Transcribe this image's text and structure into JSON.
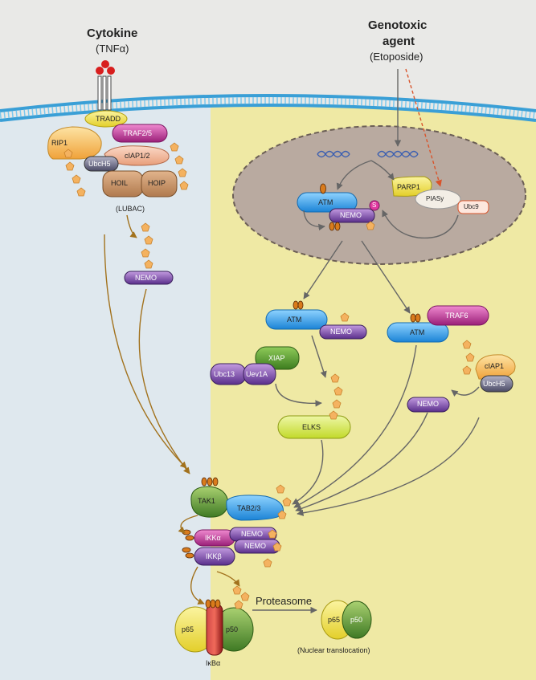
{
  "stimuli": {
    "cytokine": {
      "title": "Cytokine",
      "subtitle": "(TNFα)"
    },
    "genotoxic": {
      "title_line1": "Genotoxic",
      "title_line2": "agent",
      "subtitle": "(Etoposide)"
    }
  },
  "membrane_complex": {
    "tradd": "TRADD",
    "rip1": "RIP1",
    "traf25": "TRAF2/5",
    "ciap12": "cIAP1/2",
    "ubch5": "UbcH5",
    "hoil": "HOIL",
    "hoip": "HOIP",
    "lubac": "(LUBAC)",
    "nemo": "NEMO"
  },
  "nucleus": {
    "parp1": "PARP1",
    "piasy": "PIASy",
    "ubc9": "Ubc9",
    "atm": "ATM",
    "nemo": "NEMO",
    "sumo": "S"
  },
  "cytoplasm": {
    "atm_left": "ATM",
    "nemo_left": "NEMO",
    "atm_right": "ATM",
    "traf6": "TRAF6",
    "xiap": "XIAP",
    "ubc13": "Ubc13",
    "uev1a": "Uev1A",
    "elks": "ELKS",
    "ciap1": "cIAP1",
    "ubch5": "UbcH5",
    "nemo_right": "NEMO"
  },
  "ikk_complex": {
    "tak1": "TAK1",
    "tab23": "TAB2/3",
    "ikka": "IKKα",
    "ikkb": "IKKβ",
    "nemo1": "NEMO",
    "nemo2": "NEMO",
    "p65": "p65",
    "p50": "p50",
    "ikba": "IκBα",
    "proteasome": "Proteasome",
    "p65_free": "p65",
    "p50_free": "p50",
    "translocation": "(Nuclear translocation)"
  },
  "colors": {
    "cytoplasm_left": "#dfe8ee",
    "cytoplasm_right": "#efe9a4",
    "membrane": "#3a9fd6",
    "nucleus": "#b9aaa0",
    "atm_blue": "#2a9ae0",
    "nemo_purple": "#6a3f9b",
    "ubiquitin": "#f4b260",
    "arrow_brown": "#a2721d",
    "arrow_gray": "#666666",
    "arrow_red": "#d9542b"
  }
}
